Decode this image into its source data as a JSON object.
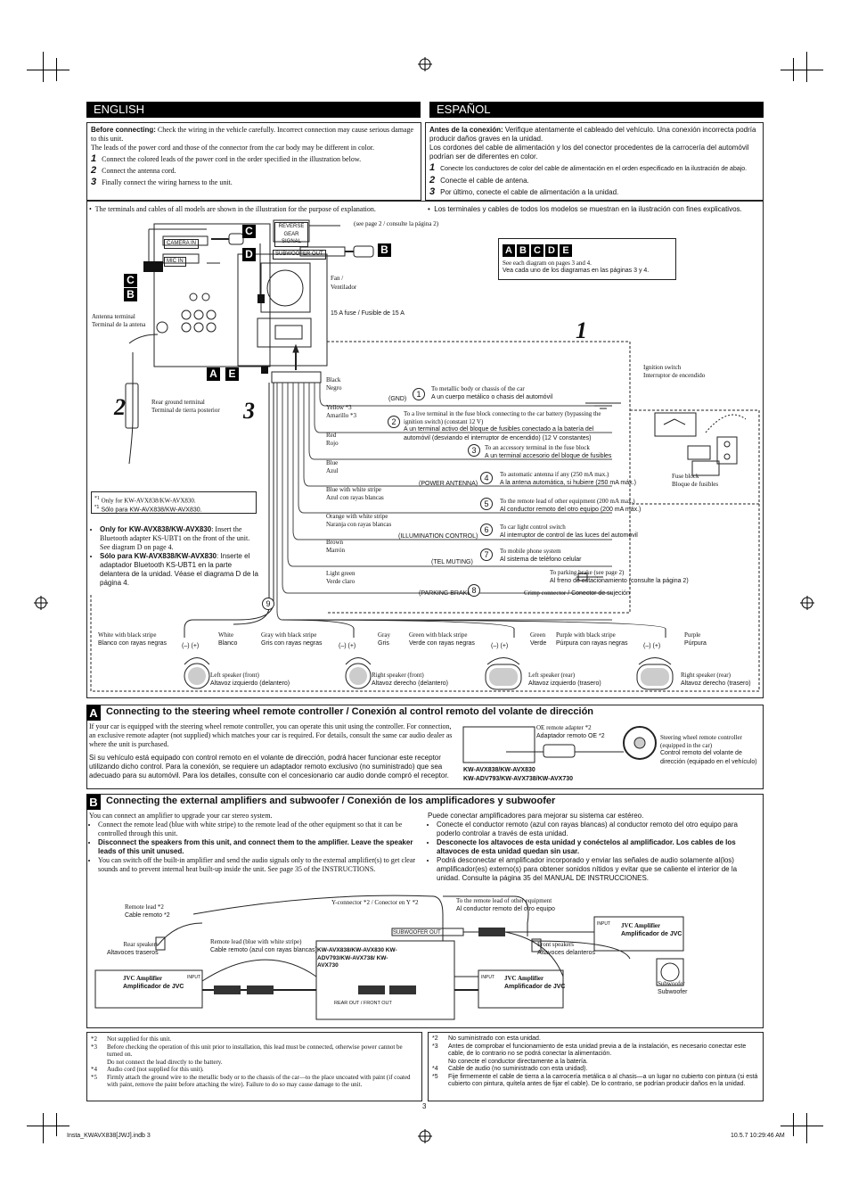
{
  "header": {
    "english": "ENGLISH",
    "espanol": "ESPAÑOL"
  },
  "intro_en": {
    "lead_bold": "Before connecting:",
    "lead_rest": " Check the wiring in the vehicle carefully. Incorrect connection may cause serious damage to this unit.",
    "line2": "The leads of the power cord and those of the connector from the car body may be different in color.",
    "steps": [
      {
        "n": "1",
        "text": "Connect the colored leads of the power cord in the order specified in the illustration below."
      },
      {
        "n": "2",
        "text": "Connect the antenna cord."
      },
      {
        "n": "3",
        "text": "Finally connect the wiring harness to the unit."
      }
    ]
  },
  "intro_es": {
    "lead_bold": "Antes de la conexión:",
    "lead_rest": " Verifique atentamente el cableado del vehículo. Una conexión incorrecta podría producir daños graves en la unidad.",
    "line2": "Los cordones del cable de alimentación y los del conector procedentes de la carrocería del automóvil podrían ser de diferentes en color.",
    "steps": [
      {
        "n": "1",
        "text": "Conecte los conductores de color del cable de alimentación en el orden especificado en la ilustración de abajo."
      },
      {
        "n": "2",
        "text": "Conecte el cable de antena."
      },
      {
        "n": "3",
        "text": "Por último, conecte el cable de alimentación a la unidad."
      }
    ]
  },
  "diagram": {
    "note_en": "The terminals and cables of all models are shown in the illustration for the purpose of explanation.",
    "note_es": "Los terminales y cables de todos los modelos se muestran en la ilustración con fines explicativos.",
    "camera_in": "CAMERA IN",
    "mic_in": "MIC IN",
    "reverse_gear": "REVERSE GEAR SIGNAL",
    "subwoofer_out": "SUBWOOFER OUT",
    "see_page2": "(see page 2 / consulte la página 2)",
    "fan": "Fan /",
    "fan_es": "Ventilador",
    "fuse": "15 A fuse / Fusible de 15 A",
    "antenna_terminal": "Antenna terminal",
    "antenna_terminal_es": "Terminal de la antena",
    "rear_ground": "Rear ground terminal",
    "rear_ground_es": "Terminal de tierra posterior",
    "legend_tags": [
      "A",
      "B",
      "C",
      "D",
      "E"
    ],
    "legend_en": "See each diagram on pages 3 and 4.",
    "legend_es": "Vea cada uno de los diagramas en las páginas 3 y 4.",
    "ignition": "Ignition switch",
    "ignition_es": "Interruptor de encendido",
    "fuse_block": "Fuse block",
    "fuse_block_es": "Bloque de fusibles",
    "gnd": "(GND)",
    "power_antenna": "(POWER ANTENNA)",
    "illumination": "(ILLUMINATION CONTROL)",
    "tel_muting": "(TEL MUTING)",
    "parking_brake": "(PARKING BRAKE)",
    "crimp": "Crimp connector",
    "crimp_es": " / Conector de sujeción",
    "big_nums": [
      "1",
      "2",
      "3"
    ],
    "star1_a": "Only for KW-AVX838/KW-AVX830.",
    "star1_b": "Sólo para KW-AVX838/KW-AVX830.",
    "only_en_bold": "Only for KW-AVX838/KW-AVX830",
    "only_en_rest": ": Insert the Bluetooth adapter KS-UBT1 on the front of the unit. See diagram D on page 4.",
    "only_es_bold": "Sólo para KW-AVX838/KW-AVX830",
    "only_es_rest": ": Inserte el adaptador Bluetooth KS-UBT1 en la parte delantera de la unidad. Véase el diagrama D de la página 4.",
    "wires": [
      {
        "en": "Black",
        "es": "Negro",
        "n": "1",
        "to_en": "To metallic body or chassis of the car",
        "to_es": "A un cuerpo metálico o chasis del automóvil"
      },
      {
        "en": "Yellow *3",
        "es": "Amarillo *3",
        "n": "2",
        "to_en": "To a live terminal in the fuse block connecting to the car battery (bypassing the ignition switch) (constant 12 V)",
        "to_es": "A un terminal activo del bloque de fusibles conectado a la batería del automóvil (desviando el interruptor de encendido) (12 V constantes)"
      },
      {
        "en": "Red",
        "es": "Rojo",
        "n": "3",
        "to_en": "To an accessory terminal in the fuse block",
        "to_es": "A un terminal accesorio del bloque de fusibles"
      },
      {
        "en": "Blue",
        "es": "Azul",
        "n": "4",
        "to_en": "To automatic antenna if any (250 mA max.)",
        "to_es": "A la antena automática, si hubiere (250 mA máx.)"
      },
      {
        "en": "Blue with white stripe",
        "es": "Azul con rayas blancas",
        "n": "5",
        "to_en": "To the remote lead of other equipment (200 mA max.)",
        "to_es": "Al conductor remoto del otro equipo (200 mA máx.)"
      },
      {
        "en": "Orange with white stripe",
        "es": "Naranja con rayas blancas",
        "n": "6",
        "to_en": "To car light control switch",
        "to_es": "Al interruptor de control de las luces del automóvil"
      },
      {
        "en": "Brown",
        "es": "Marrón",
        "n": "7",
        "to_en": "To mobile phone system",
        "to_es": "Al sistema de teléfono celular"
      },
      {
        "en": "Light green",
        "es": "Verde claro",
        "n": "8",
        "to_en": "To parking brake (see page 2)",
        "to_es": "Al freno de estacionamiento (consulte la página 2)"
      }
    ],
    "nine": "9",
    "speakers": [
      {
        "c1_en": "White with black stripe",
        "c1_es": "Blanco con rayas negras",
        "c2_en": "White",
        "c2_es": "Blanco",
        "sp_en": "Left speaker (front)",
        "sp_es": "Altavoz izquierdo (delantero)"
      },
      {
        "c1_en": "Gray with black stripe",
        "c1_es": "Gris con rayas negras",
        "c2_en": "Gray",
        "c2_es": "Gris",
        "sp_en": "Right speaker (front)",
        "sp_es": "Altavoz derecho (delantero)"
      },
      {
        "c1_en": "Green with black stripe",
        "c1_es": "Verde con rayas negras",
        "c2_en": "Green",
        "c2_es": "Verde",
        "sp_en": "Left speaker (rear)",
        "sp_es": "Altavoz izquierdo (trasero)"
      },
      {
        "c1_en": "Purple with black stripe",
        "c1_es": "Púrpura con rayas negras",
        "c2_en": "Purple",
        "c2_es": "Púrpura",
        "sp_en": "Right speaker (rear)",
        "sp_es": "Altavoz derecho (trasero)"
      }
    ],
    "polarity": "(–)   (+)"
  },
  "section_a": {
    "letter": "A",
    "title": "Connecting to the steering wheel remote controller / Conexión al control remoto del volante de dirección",
    "en": "If your car is equipped with the steering wheel remote controller, you can operate this unit using the controller. For connection, an exclusive remote adapter (not supplied) which matches your car is required. For details, consult the same car audio dealer as where the unit is purchased.",
    "es": "Si su vehículo está equipado con control remoto en el volante de dirección, podrá hacer funcionar este receptor utilizando dicho control. Para la conexión, se requiere un adaptador remoto exclusivo (no suministrado) que sea adecuado para su automóvil. Para los detalles, consulte con el concesionario car audio donde compró el receptor.",
    "oe_en": "OE remote adapter *2",
    "oe_es": "Adaptador remoto OE *2",
    "sw_en": "Steering wheel remote controller (equipped in the car)",
    "sw_es": "Control remoto del volante de dirección (equipado en el vehículo)",
    "models1": "KW-AVX838/KW-AVX830",
    "models2": "KW-ADV793/KW-AVX738/KW-AVX730"
  },
  "section_b": {
    "letter": "B",
    "title": "Connecting the external amplifiers and subwoofer / Conexión de los amplificadores y subwoofer",
    "en_lead": "You can connect an amplifier to upgrade your car stereo system.",
    "en_items": [
      {
        "bold": false,
        "text": "Connect the remote lead (blue with white stripe) to the remote lead of the other equipment so that it can be controlled through this unit."
      },
      {
        "bold": true,
        "text": "Disconnect the speakers from this unit, and connect them to the amplifier. Leave the speaker leads of this unit unused."
      },
      {
        "bold": false,
        "text": "You can switch off the built-in amplifier and send the audio signals only to the external amplifier(s) to get clear sounds and to prevent internal heat built-up inside the unit. See page 35 of the INSTRUCTIONS."
      }
    ],
    "es_lead": "Puede conectar amplificadores para mejorar su sistema car estéreo.",
    "es_items": [
      {
        "bold": false,
        "text": "Conecte el conductor remoto (azul con rayas blancas) al conductor remoto del otro equipo para poderlo controlar a través de esta unidad."
      },
      {
        "bold": true,
        "text": "Desconecte los altavoces de esta unidad y conéctelos al amplificador. Los cables de los altavoces de esta unidad quedan sin usar."
      },
      {
        "bold": false,
        "text": "Podrá desconectar el amplificador incorporado y enviar las señales de audio solamente al(los) amplificador(es) externo(s) para obtener sonidos nítidos y evitar que se caliente el interior de la unidad. Consulte la página 35 del MANUAL DE INSTRUCCIONES."
      }
    ],
    "remote_lead": "Remote lead *2",
    "remote_lead_es": "Cable remoto *2",
    "y_conn": "Y-connector *2 / Conector en Y *2",
    "to_remote_en": "To the remote lead of other equipment",
    "to_remote_es": "Al conductor remoto del otro equipo",
    "remote_blue_en": "Remote lead (blue with white stripe)",
    "remote_blue_es": "Cable remoto (azul con rayas blancas)",
    "rear_sp_en": "Rear speakers",
    "rear_sp_es": "Altavoces traseros",
    "front_sp_en": "Front speakers",
    "front_sp_es": "Altavoces delanteros",
    "amp": "JVC Amplifier",
    "amp_es": "Amplificador de JVC",
    "subwoofer": "Subwoofer",
    "subwoofer_es": "Subwoofer",
    "models": "KW-AVX838/KW-AVX830 KW-ADV793/KW-AVX738/ KW-AVX730",
    "sub_out": "SUBWOOFER OUT",
    "rear_front_out": "REAR OUT / FRONT OUT",
    "input": "INPUT"
  },
  "footnotes_en": [
    {
      "m": "*2",
      "t": "Not supplied for this unit."
    },
    {
      "m": "*3",
      "t": "Before checking the operation of this unit prior to installation, this lead must be connected, otherwise power cannot be turned on."
    },
    {
      "m": "",
      "t": "Do not connect the lead directly to the battery."
    },
    {
      "m": "*4",
      "t": "Audio cord (not supplied for this unit)."
    },
    {
      "m": "*5",
      "t": "Firmly attach the ground wire to the metallic body or to the chassis of the car—to the place uncoated with paint (if coated with paint, remove the paint before attaching the wire). Failure to do so may cause damage to the unit."
    }
  ],
  "footnotes_es": [
    {
      "m": "*2",
      "t": "No suministrado con esta unidad."
    },
    {
      "m": "*3",
      "t": "Antes de comprobar el funcionamiento de esta unidad previa a de la instalación, es necesario conectar este cable, de lo contrario no se podrá conectar la alimentación."
    },
    {
      "m": "",
      "t": "No conecte el conductor directamente a la batería."
    },
    {
      "m": "*4",
      "t": "Cable de audio (no suministrado con esta unidad)."
    },
    {
      "m": "*5",
      "t": "Fije firmemente el cable de tierra a la carrocería metálica o al chasis—a un lugar no cubierto con pintura (si está cubierto con pintura, quítela antes de fijar el cable). De lo contrario, se podrían producir daños en la unidad."
    }
  ],
  "page_number": "3",
  "slug_left": "Insta_KWAVX838[JWJ].indb   3",
  "slug_right": "10.5.7   10:29:46 AM"
}
